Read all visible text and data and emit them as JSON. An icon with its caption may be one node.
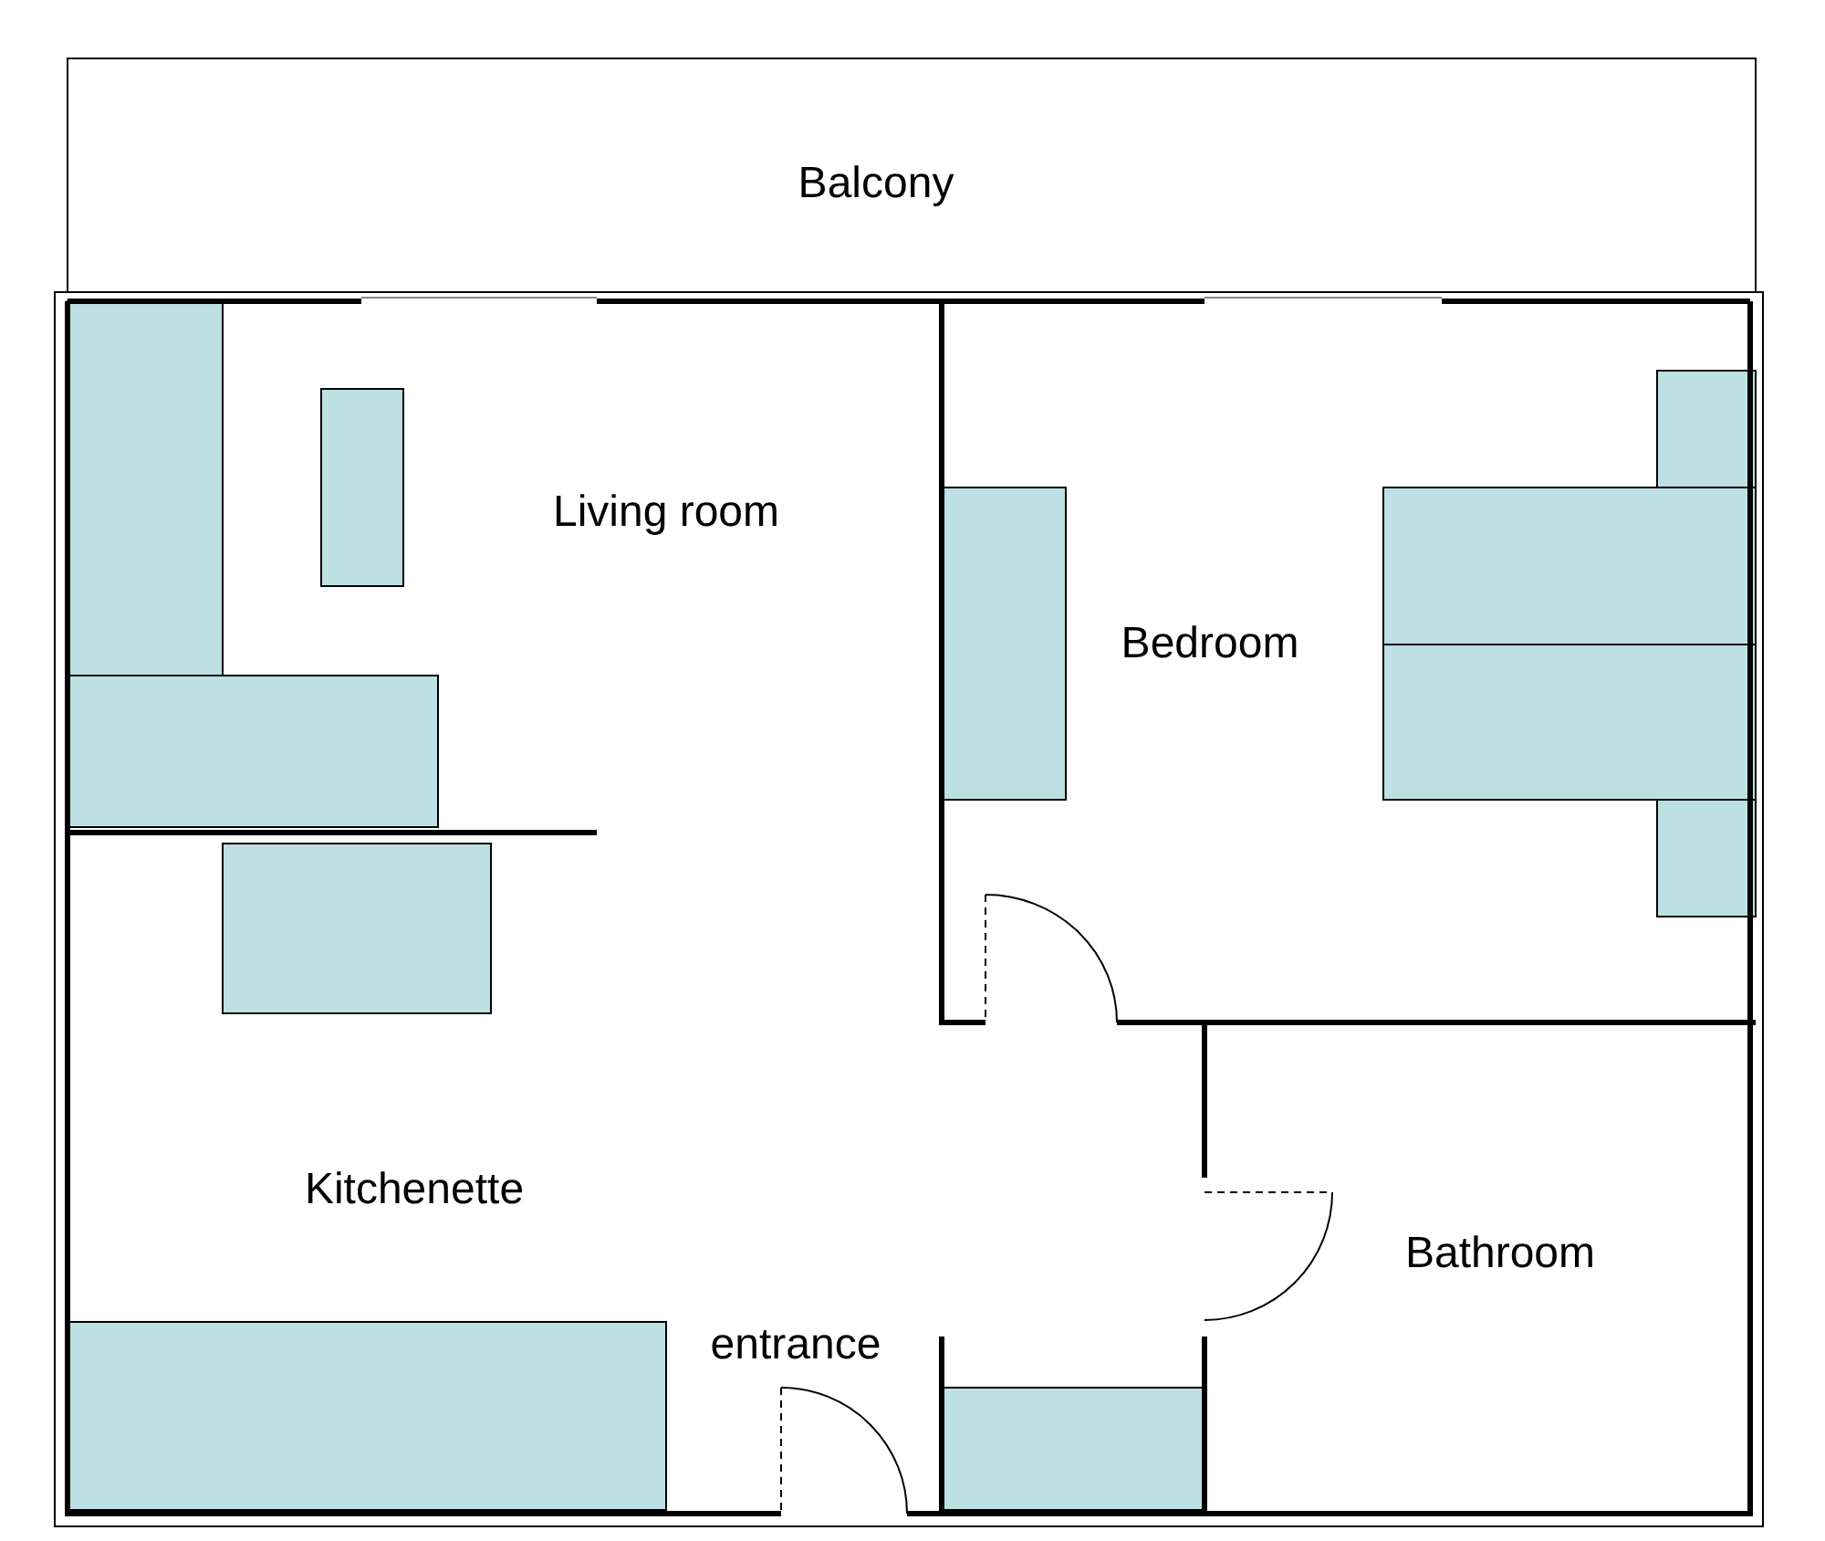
{
  "diagram": {
    "labels": [
      "Balcony",
      "Living room",
      "Bedroom",
      "Kitchenette",
      "Bathroom",
      "entrance"
    ]
  }
}
